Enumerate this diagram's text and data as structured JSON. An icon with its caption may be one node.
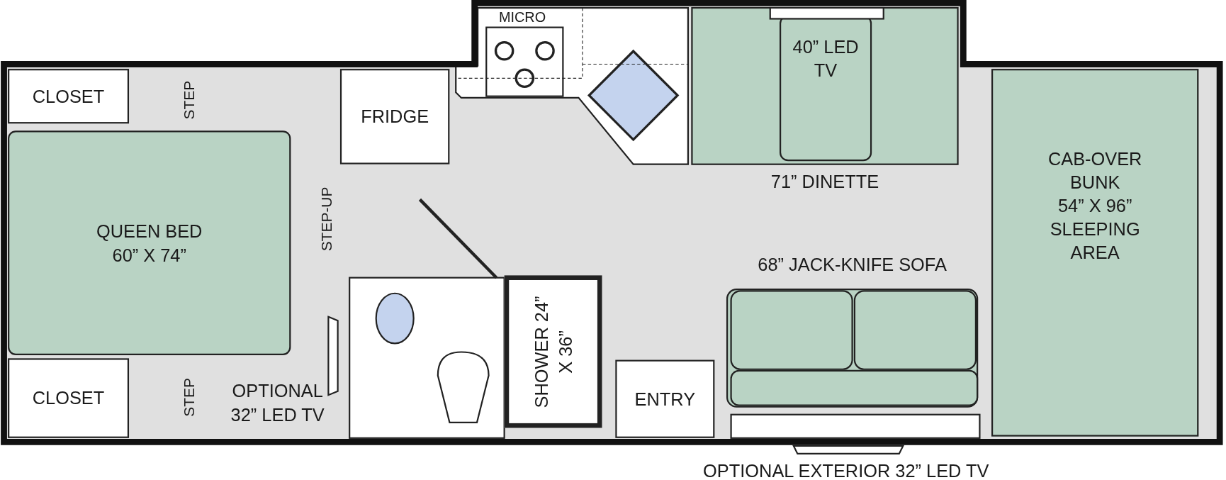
{
  "diagram": {
    "nodes": [
      {
        "text": [
          "CLOSET"
        ]
      },
      {
        "text": [
          "CLOSET"
        ]
      },
      {
        "text": [
          "QUEEN BED",
          "60” X 74”"
        ]
      },
      {
        "text": [
          "FRIDGE"
        ]
      },
      {
        "text": [
          "SHOWER 24” X 36”"
        ]
      },
      {
        "text": [
          "ENTRY"
        ]
      },
      {
        "text": [
          "CAB-OVER BUNK",
          "54” X 96” SLEEPING AREA"
        ]
      }
    ],
    "labels": [
      "MICRO",
      "STEP",
      "STEP-UP",
      "40” LED TV",
      "71” DINETTE",
      "68” JACK-KNIFE SOFA",
      "STEP",
      "OPTIONAL 32” LED TV",
      "OPTIONAL EXTERIOR 32” LED TV"
    ]
  }
}
